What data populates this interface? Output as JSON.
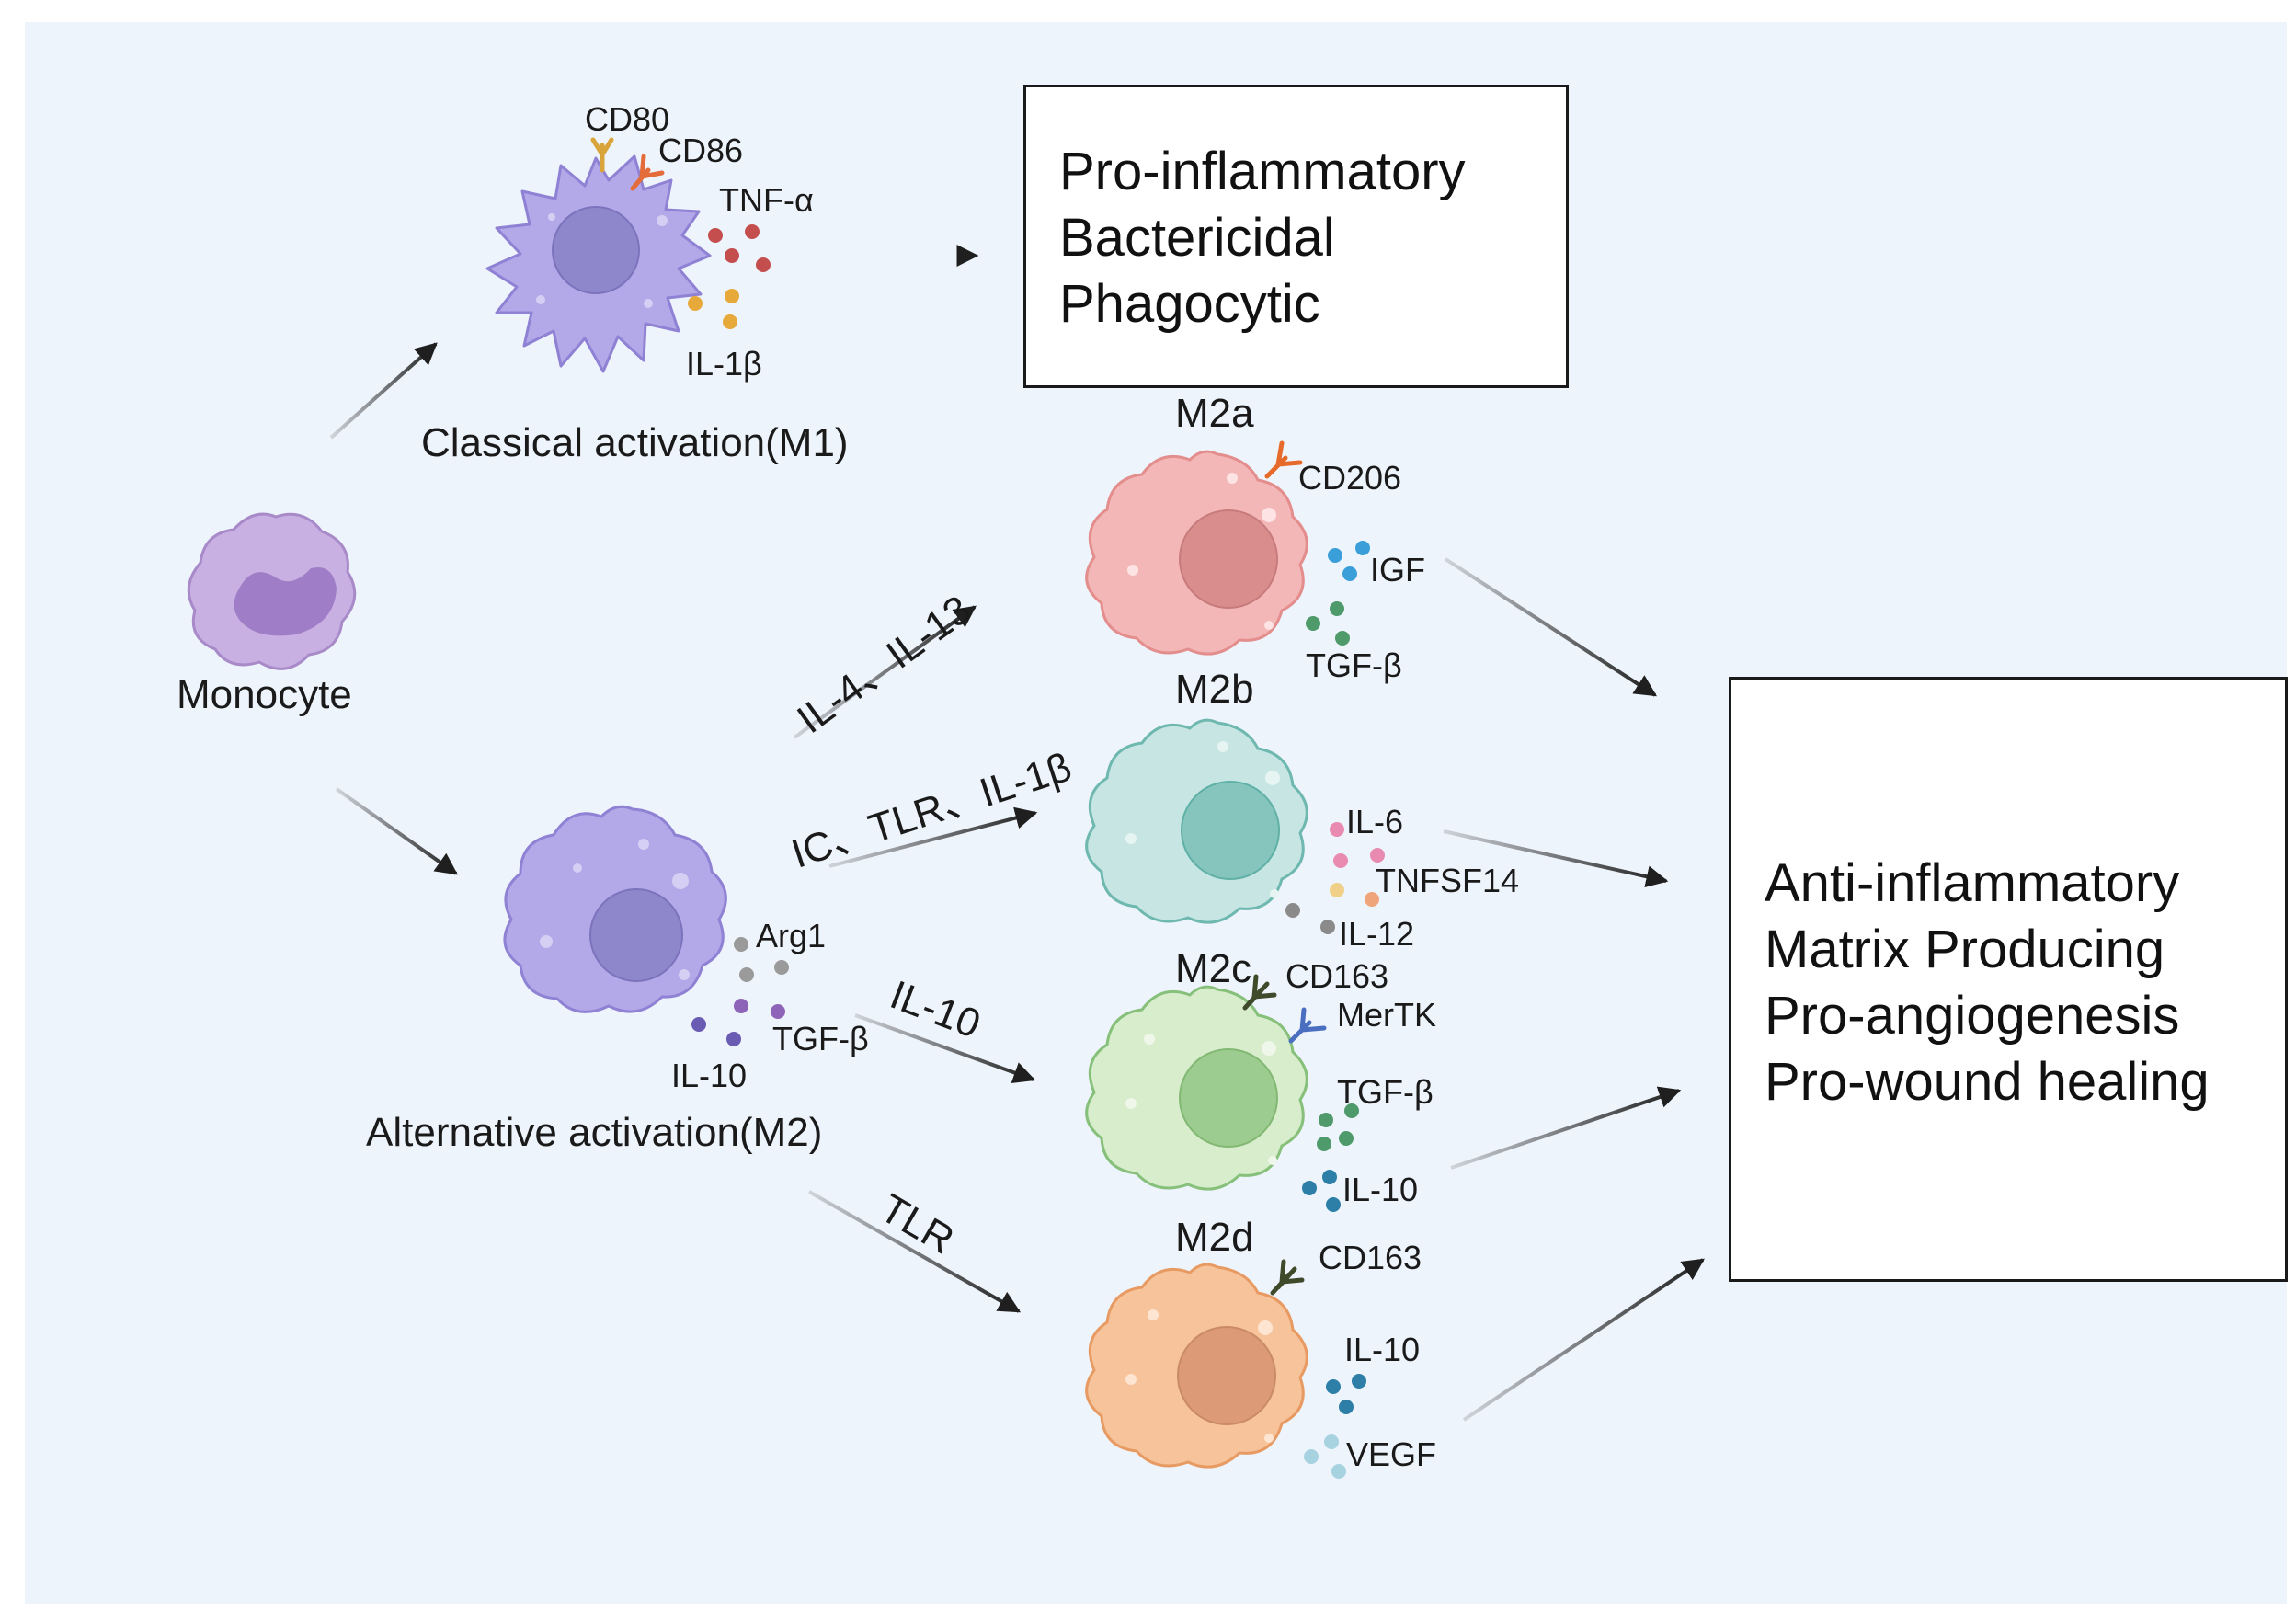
{
  "monocyte": {
    "label": "Monocyte"
  },
  "m1": {
    "title": "Classical activation(M1)",
    "markers": {
      "cd80": "CD80",
      "cd86": "CD86",
      "tnf": "TNF-α",
      "il1b": "IL-1β"
    }
  },
  "m2": {
    "title": "Alternative activation(M2)",
    "markers": {
      "arg1": "Arg1",
      "tgfb": "TGF-β",
      "il10": "IL-10"
    }
  },
  "stimuli": {
    "m2a": "IL-4、IL-13",
    "m2b": "IC、TLR、IL-1β",
    "m2c": "IL-10",
    "m2d": "TLR"
  },
  "m2a": {
    "name": "M2a",
    "cd206": "CD206",
    "igf": "IGF",
    "tgfb": "TGF-β"
  },
  "m2b": {
    "name": "M2b",
    "il6": "IL-6",
    "tnfsf14": "TNFSF14",
    "il12": "IL-12"
  },
  "m2c": {
    "name": "M2c",
    "cd163": "CD163",
    "mertk": "MerTK",
    "tgfb": "TGF-β",
    "il10": "IL-10"
  },
  "m2d": {
    "name": "M2d",
    "cd163": "CD163",
    "il10": "IL-10",
    "vegf": "VEGF"
  },
  "m1_functions": [
    "Pro-inflammatory",
    "Bactericidal",
    "Phagocytic"
  ],
  "m2_functions": [
    "Anti-inflammatory",
    "Matrix Producing",
    "Pro-angiogenesis",
    "Pro-wound healing"
  ]
}
